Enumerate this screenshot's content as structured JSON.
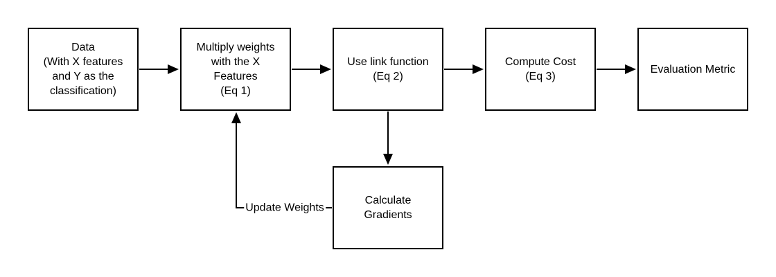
{
  "diagram": {
    "type": "flowchart",
    "colors": {
      "background": "#ffffff",
      "stroke": "#000000",
      "text": "#000000"
    },
    "nodes": [
      {
        "id": "data",
        "label": "Data\n(With X features\nand Y as the\nclassification)"
      },
      {
        "id": "multiply-weights",
        "label": "Multiply weights\nwith the X\nFeatures\n(Eq 1)"
      },
      {
        "id": "use-link-function",
        "label": "Use link function\n(Eq 2)"
      },
      {
        "id": "compute-cost",
        "label": "Compute Cost\n(Eq 3)"
      },
      {
        "id": "evaluation-metric",
        "label": "Evaluation Metric"
      },
      {
        "id": "calculate-gradients",
        "label": "Calculate\nGradients"
      }
    ],
    "edges": [
      {
        "from": "data",
        "to": "multiply-weights",
        "label": ""
      },
      {
        "from": "multiply-weights",
        "to": "use-link-function",
        "label": ""
      },
      {
        "from": "use-link-function",
        "to": "compute-cost",
        "label": ""
      },
      {
        "from": "compute-cost",
        "to": "evaluation-metric",
        "label": ""
      },
      {
        "from": "use-link-function",
        "to": "calculate-gradients",
        "label": ""
      },
      {
        "from": "calculate-gradients",
        "to": "multiply-weights",
        "label": "Update Weights"
      }
    ]
  }
}
